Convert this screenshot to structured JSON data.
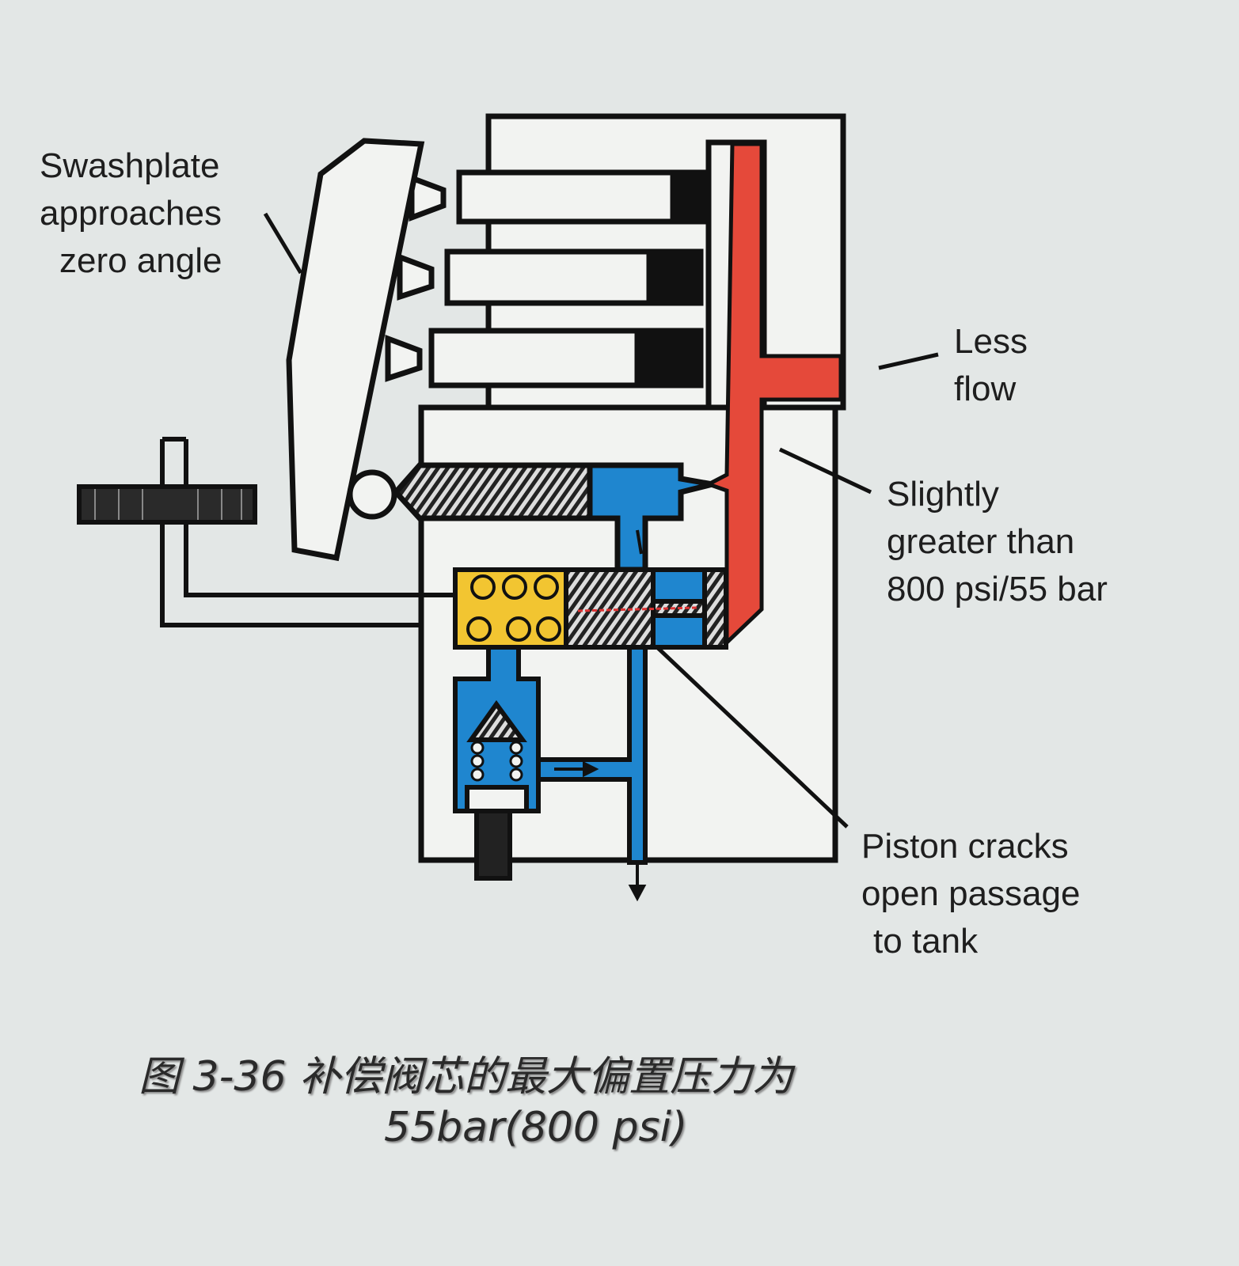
{
  "labels": {
    "swashplate": [
      "Swashplate",
      "approaches",
      "zero angle"
    ],
    "less_flow": [
      "Less",
      "flow"
    ],
    "pressure": [
      "Slightly",
      "greater than",
      "800 psi/55 bar"
    ],
    "piston": [
      "Piston cracks",
      "open passage",
      "to tank"
    ]
  },
  "caption": {
    "line1": "图 3-36  补偿阀芯的最大偏置压力为",
    "line2": "55bar(800 psi)"
  },
  "colors": {
    "pressure_oil": "#e5493a",
    "tank_oil": "#1f86cf",
    "charge_spring": "#f2c531",
    "background": "#e3e7e6"
  }
}
